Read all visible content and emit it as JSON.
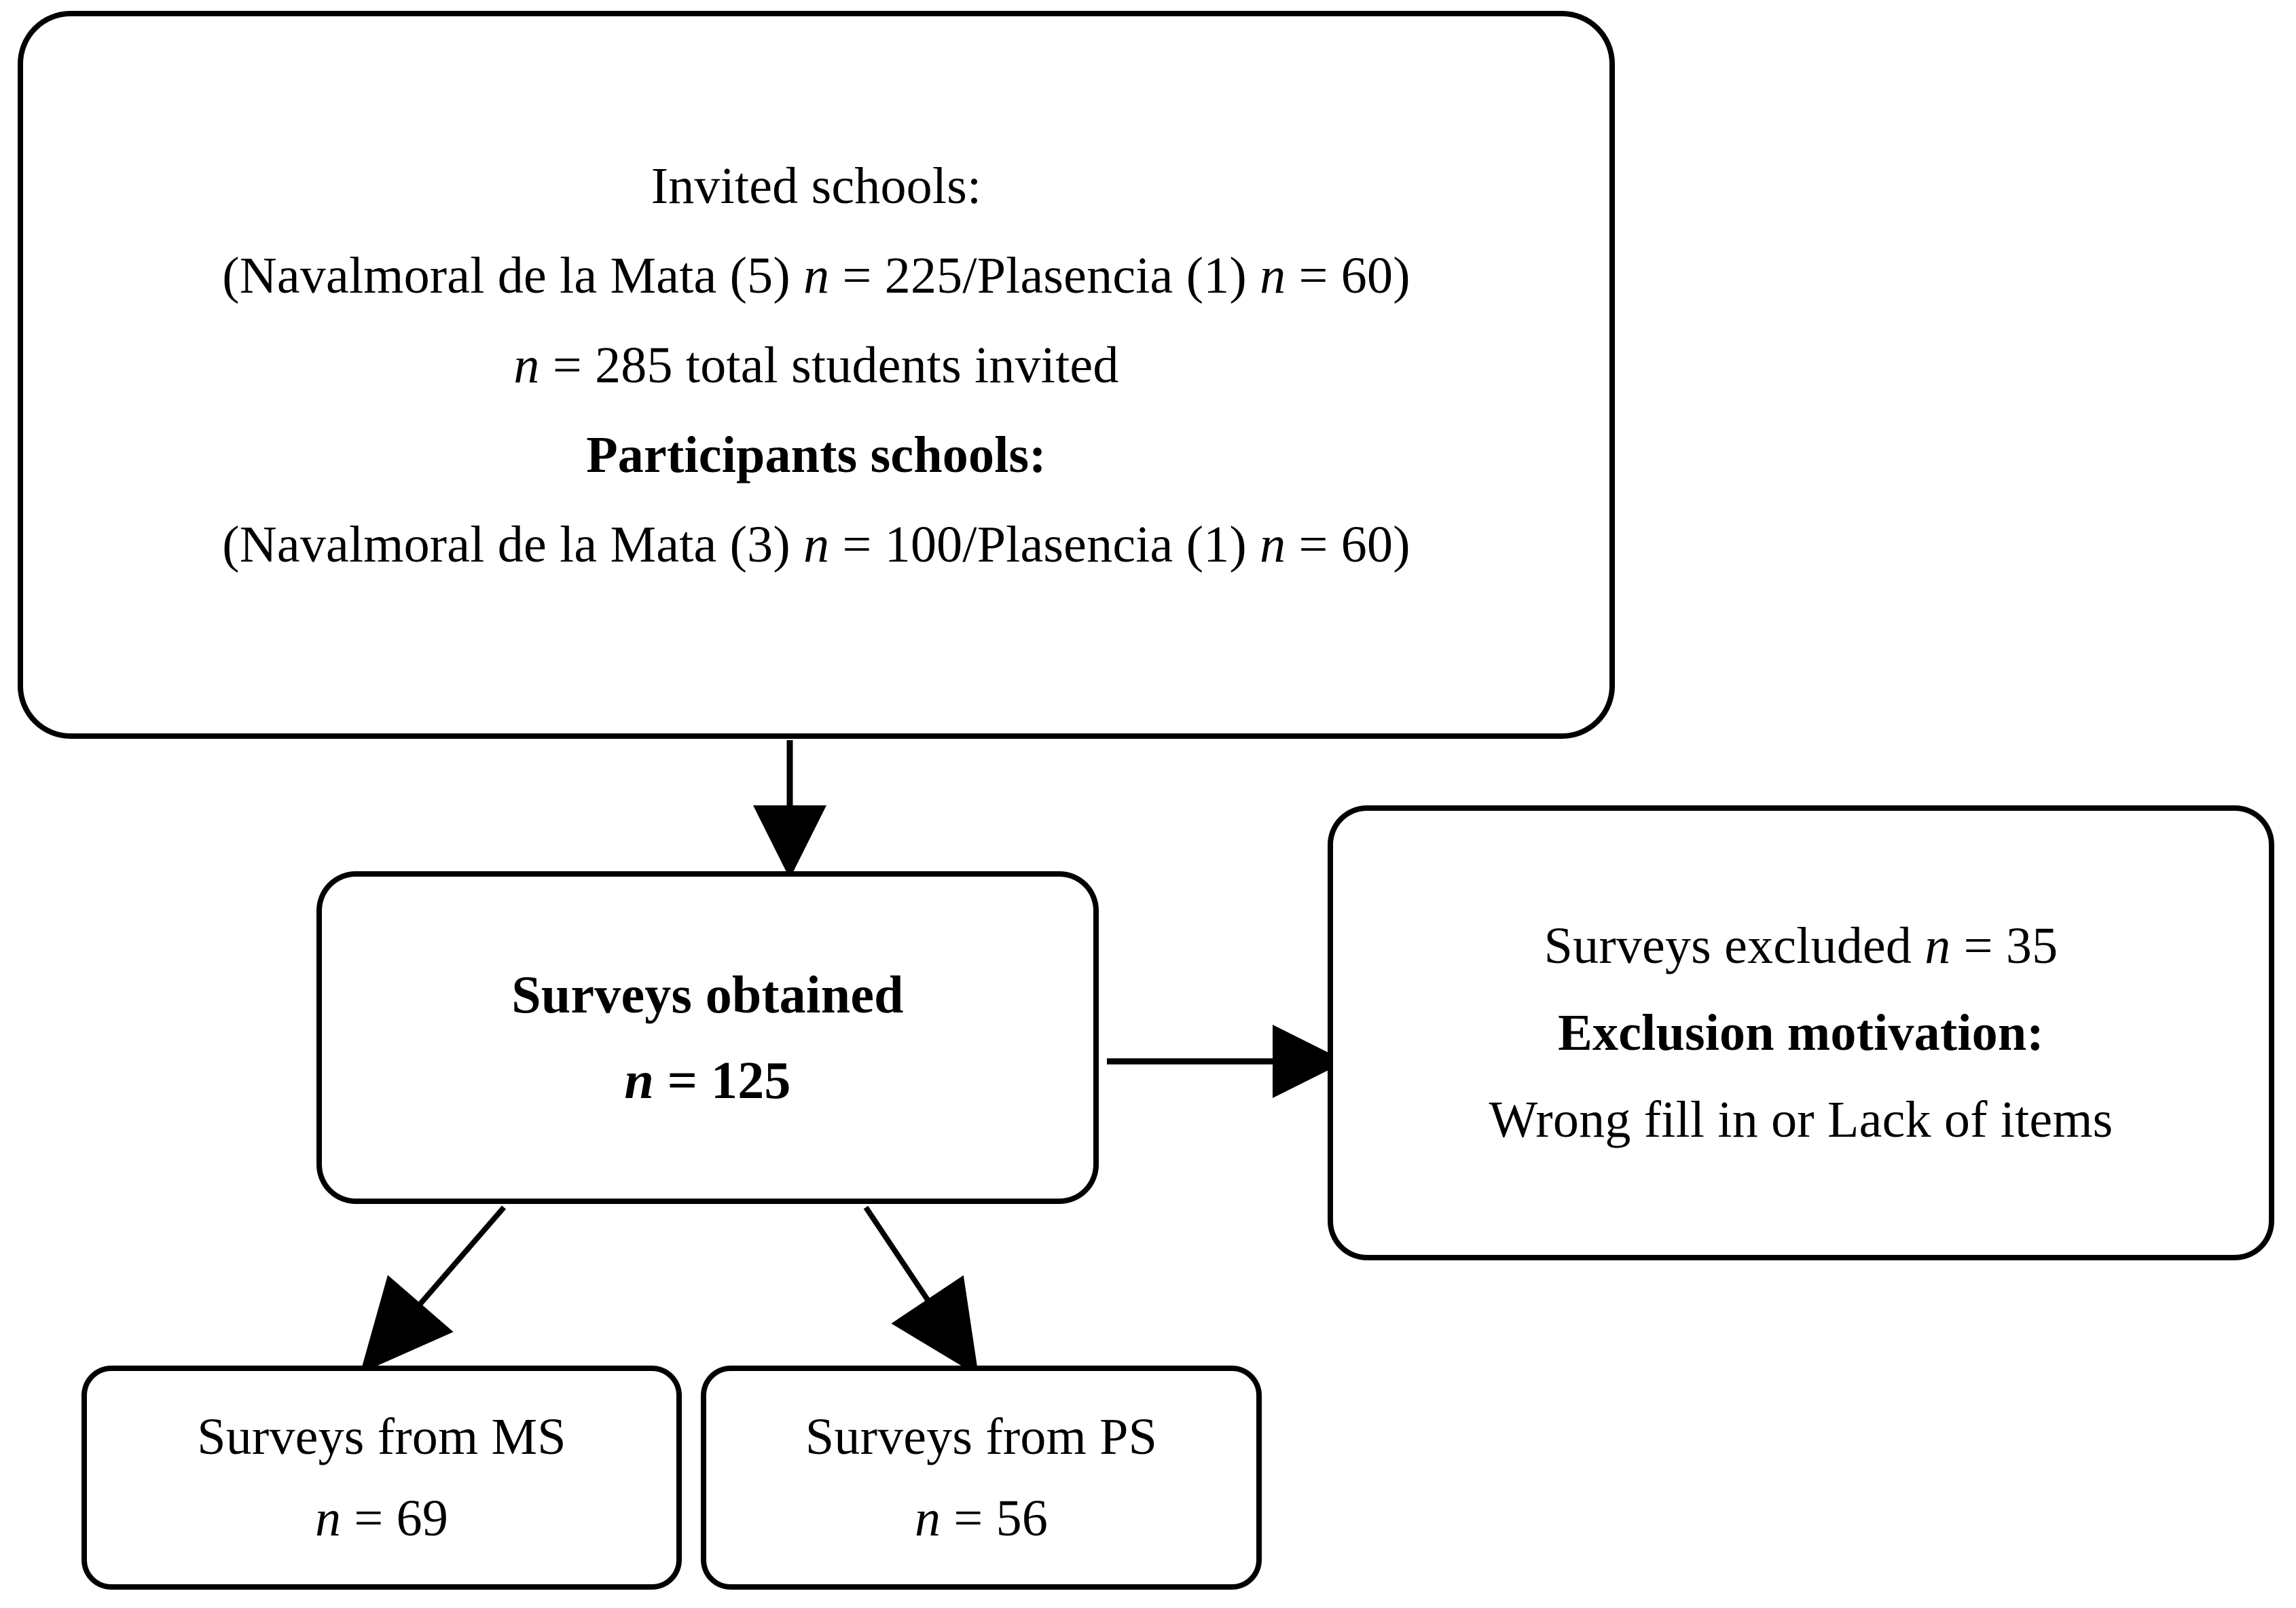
{
  "diagram": {
    "type": "flowchart",
    "title": "Participant flow diagram",
    "accent_color": "#000000",
    "background_color": "#ffffff"
  },
  "nodes": {
    "invited": {
      "name": "invited-and-participant-schools",
      "lines": [
        "Invited schools:",
        "(Navalmoral de la Mata (5) n = 225/Plasencia (1) n = 60)",
        "n = 285 total students invited",
        "Participants schools:",
        "(Navalmoral de la Mata (3) n = 100/Plasencia (1) n = 60)"
      ],
      "bold_lines": [
        3
      ]
    },
    "obtained": {
      "name": "surveys-obtained",
      "title": "Surveys obtained",
      "count": "n = 125"
    },
    "excluded": {
      "name": "surveys-excluded",
      "count_line": "Surveys excluded n = 35",
      "motivation_heading": "Exclusion motivation:",
      "motivation_text": "Wrong fill in or Lack of items"
    },
    "ms": {
      "name": "surveys-from-ms",
      "title": "Surveys from MS",
      "count": "n = 69"
    },
    "ps": {
      "name": "surveys-from-ps",
      "title": "Surveys from PS",
      "count": "n = 56"
    }
  },
  "edges": [
    {
      "from": "invited",
      "to": "obtained",
      "direction": "down"
    },
    {
      "from": "obtained",
      "to": "excluded",
      "direction": "right"
    },
    {
      "from": "obtained",
      "to": "ms",
      "direction": "down-left"
    },
    {
      "from": "obtained",
      "to": "ps",
      "direction": "down-right"
    }
  ]
}
